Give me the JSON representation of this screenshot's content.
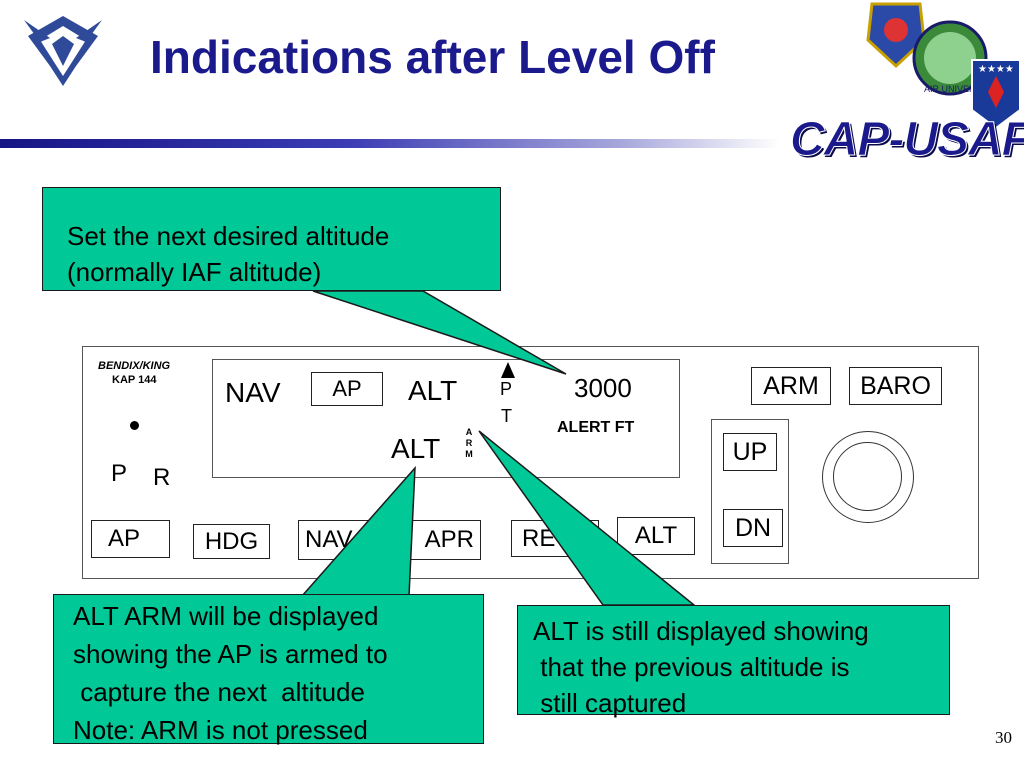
{
  "slide": {
    "title": "Indications after Level Off",
    "brand_text": "CAP-USAF",
    "seal_text": "AIR UNIVERS",
    "page_number": "30"
  },
  "panel": {
    "brand_line1": "BENDIX/KING",
    "brand_line2": "KAP 144",
    "pr_p": "P",
    "pr_r": "R",
    "display": {
      "nav": "NAV",
      "ap": "AP",
      "alt_top": "ALT",
      "pt_p": "P",
      "pt_t": "T",
      "altitude_value": "3000",
      "alert_ft": "ALERT FT",
      "alt_bottom": "ALT",
      "arm_vertical": [
        "A",
        "R",
        "M"
      ]
    },
    "buttons": {
      "ap": "AP",
      "hdg": "HDG",
      "nav": "NAV",
      "apr": "APR",
      "rev": "RE",
      "alt": "ALT",
      "arm": "ARM",
      "baro": "BARO",
      "up": "UP",
      "dn": "DN"
    }
  },
  "callouts": {
    "top": [
      "Set the next desired altitude",
      "(normally IAF altitude)"
    ],
    "left": [
      "ALT ARM will be displayed",
      "showing the AP is armed to",
      " capture the next  altitude",
      "Note: ARM is not pressed"
    ],
    "right": [
      "ALT is still displayed showing",
      " that the previous altitude is",
      " still captured"
    ]
  },
  "colors": {
    "title": "#1a1a8c",
    "callout_fill": "#00c896",
    "title_bar": "#151585"
  }
}
